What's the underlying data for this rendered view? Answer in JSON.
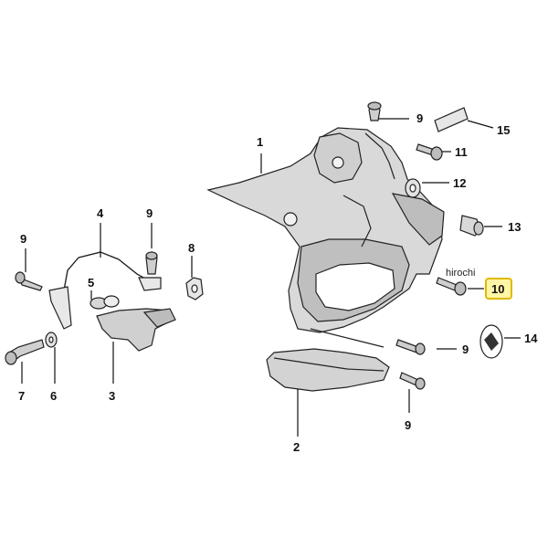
{
  "diagram": {
    "watermark": "hirochi",
    "callouts": {
      "c1": "1",
      "c2": "2",
      "c3": "3",
      "c4": "4",
      "c5": "5",
      "c6": "6",
      "c7": "7",
      "c8": "8",
      "c9a": "9",
      "c9b": "9",
      "c9c": "9",
      "c9d": "9",
      "c9e": "9",
      "c10": "10",
      "c11": "11",
      "c12": "12",
      "c13": "13",
      "c14": "14",
      "c15": "15"
    },
    "highlighted_callout": "10",
    "colors": {
      "highlight_fill": "#fff6a6",
      "highlight_border": "#e0b800"
    }
  }
}
